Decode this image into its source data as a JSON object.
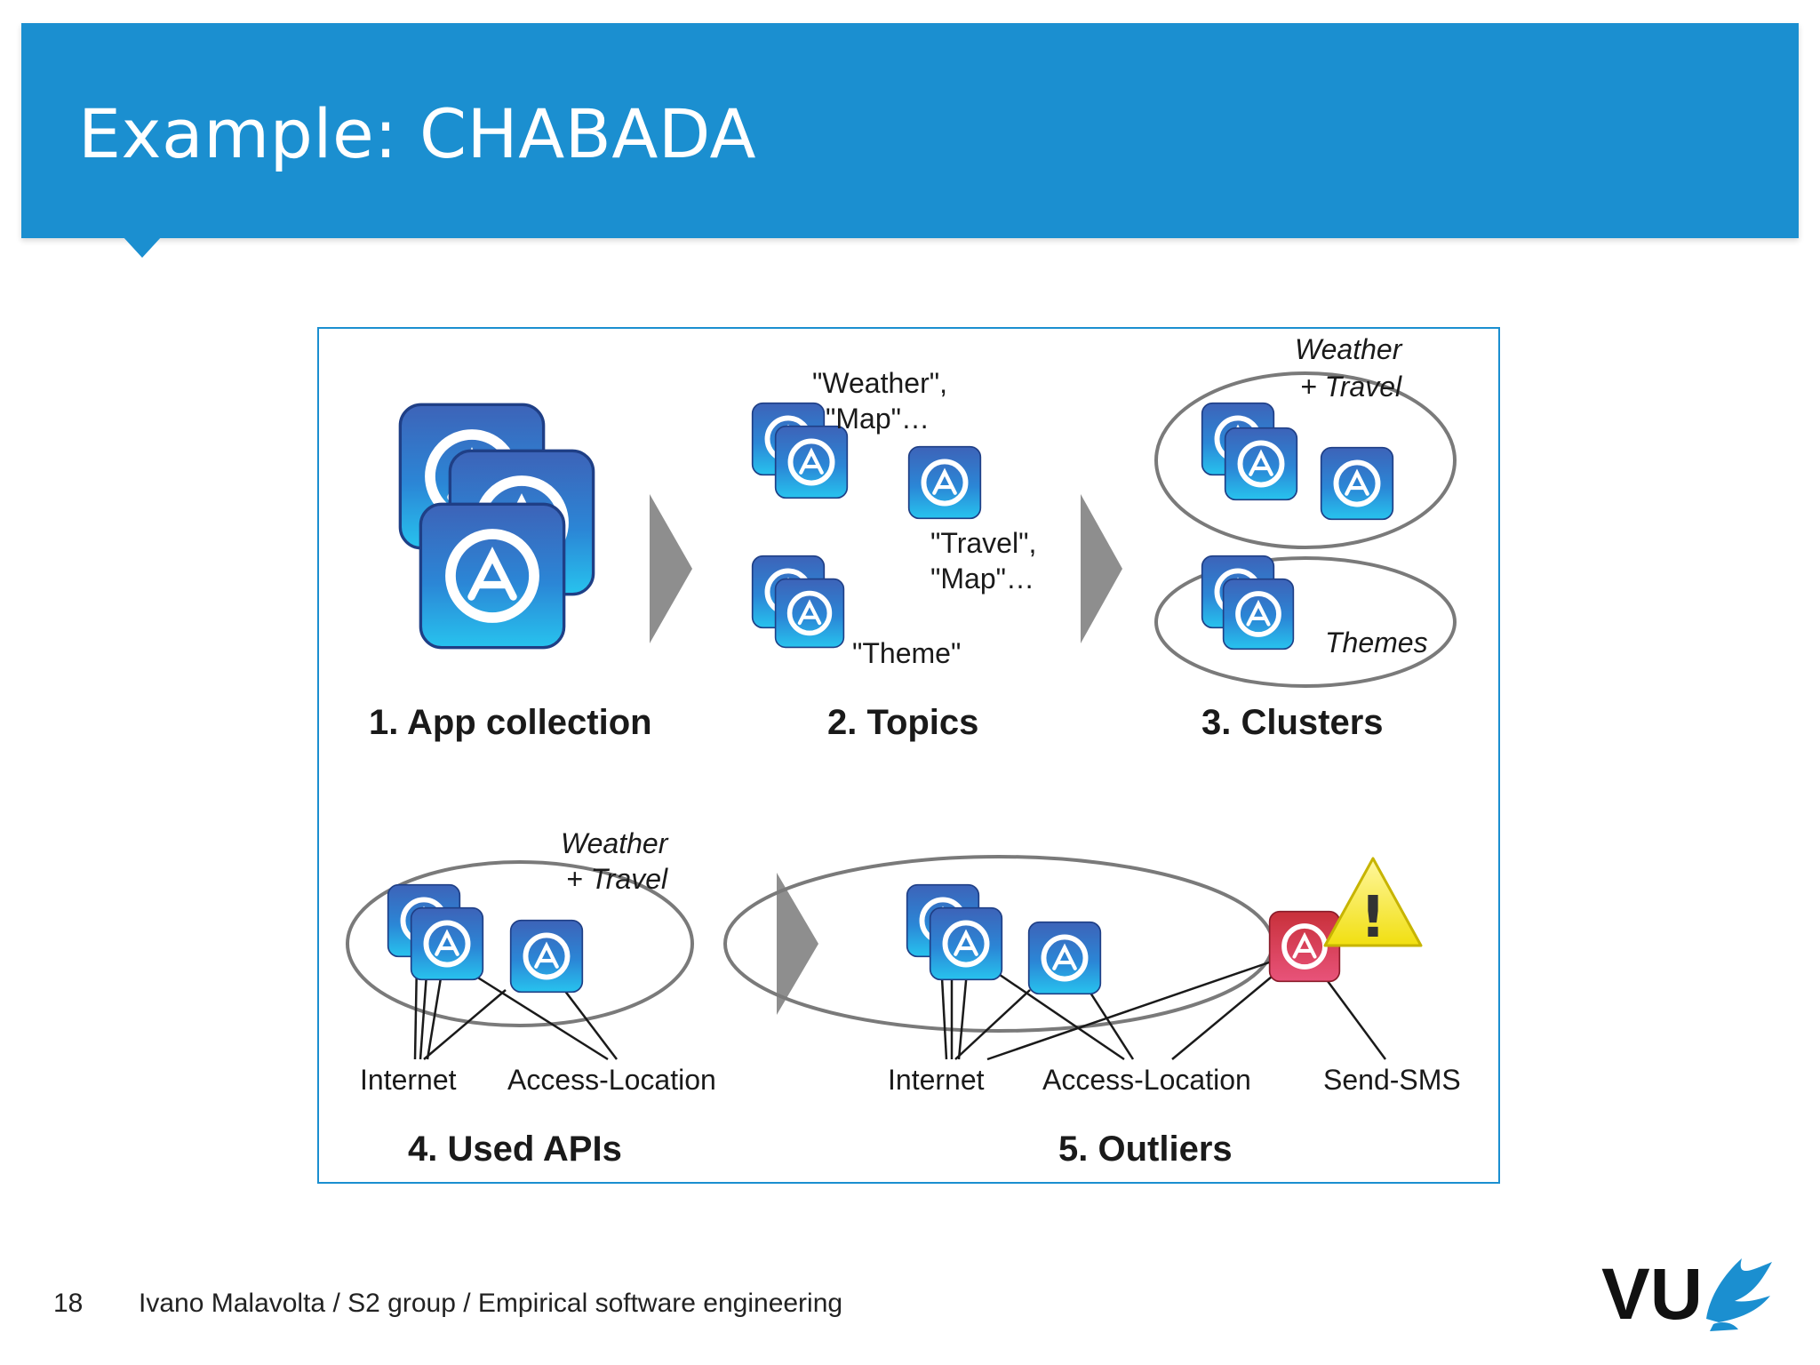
{
  "slide": {
    "title": "Example: CHABADA",
    "colors": {
      "header": "#1b8fd0",
      "frame": "#1b8fd0",
      "outlier_icon": "#d4304a",
      "warning": "#f2e41c"
    }
  },
  "figure": {
    "steps": [
      {
        "label": "1. App collection"
      },
      {
        "label": "2. Topics"
      },
      {
        "label": "3. Clusters"
      },
      {
        "label": "4. Used APIs"
      },
      {
        "label": "5. Outliers"
      }
    ],
    "topics": {
      "weather_map_line1": "\"Weather\",",
      "weather_map_line2": "\"Map\"…",
      "travel_map_line1": "\"Travel\",",
      "travel_map_line2": "\"Map\"…",
      "theme": "\"Theme\""
    },
    "clusters": {
      "weather_travel_line1": "Weather",
      "weather_travel_line2": "+ Travel",
      "themes": "Themes"
    },
    "apis": {
      "cluster_line1": "Weather",
      "cluster_line2": "+ Travel",
      "internet": "Internet",
      "access_location": "Access-Location"
    },
    "outliers": {
      "internet": "Internet",
      "access_location": "Access-Location",
      "send_sms": "Send-SMS",
      "warning_mark": "!"
    },
    "icons": [
      "app-store-icon",
      "warning-icon",
      "arrow-right-icon"
    ]
  },
  "footer": {
    "page_number": "18",
    "credit": "Ivano Malavolta / S2 group / Empirical software engineering",
    "logo_text": "VU"
  }
}
